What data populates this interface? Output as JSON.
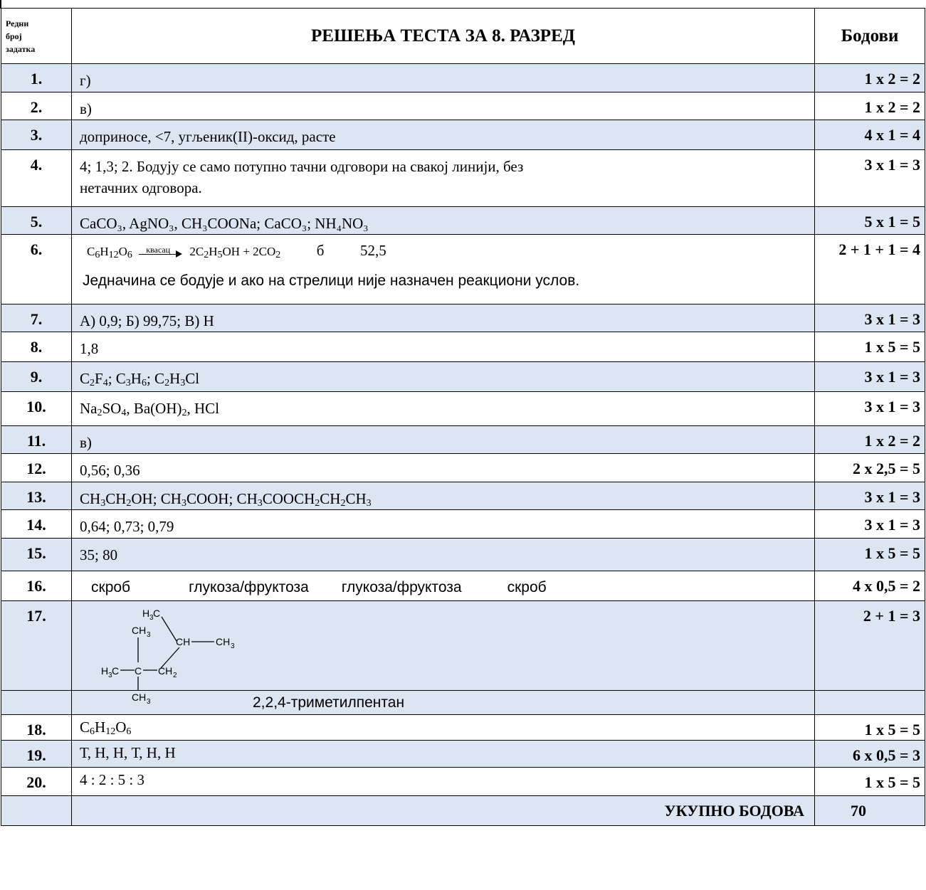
{
  "header": {
    "num_line1": "Редни",
    "num_line2": "број",
    "num_line3": "задатка",
    "title": "РЕШЕЊА ТЕСТА ЗА 8. РАЗРЕД",
    "points": "Бодови"
  },
  "rows": [
    {
      "n": "1.",
      "answer": "г)",
      "points": "1 x 2 = 2"
    },
    {
      "n": "2.",
      "answer": "в)",
      "points": "1 x 2 = 2"
    },
    {
      "n": "3.",
      "answer": "доприносе, <7, угљеник(II)-оксид, расте",
      "points": "4 x 1 = 4"
    },
    {
      "n": "4.",
      "answer_line1": "4; 1,3; 2. Бодују се само потупно тачни одговори на свакој линији, без",
      "answer_line2": "нетачних одговора.",
      "points": "3 x 1 = 3"
    },
    {
      "n": "5.",
      "answer": "CaCO₃, AgNO₃, CH₃COONa; CaCO₃; NH₄NO₃",
      "points": "5 x 1 = 5"
    },
    {
      "n": "6.",
      "arrow_label": "квасац",
      "answer_b": "б",
      "answer_val": "52,5",
      "note": "Једначина се бодује и ако на стрелици није назначен реакциони услов.",
      "points": "2 + 1 + 1 = 4"
    },
    {
      "n": "7.",
      "answer": "А) 0,9; Б) 99,75; В) Н",
      "points": "3 x 1 = 3"
    },
    {
      "n": "8.",
      "answer": "1,8",
      "points": "1 x 5 = 5"
    },
    {
      "n": "9.",
      "points": "3 x 1 = 3"
    },
    {
      "n": "10.",
      "points": "3 x 1 = 3"
    },
    {
      "n": "11.",
      "answer": "в)",
      "points": "1 x 2 = 2"
    },
    {
      "n": "12.",
      "answer": "0,56; 0,36",
      "points": "2 x 2,5 = 5"
    },
    {
      "n": "13.",
      "points": "3 x 1 = 3"
    },
    {
      "n": "14.",
      "answer": "0,64; 0,73; 0,79",
      "points": "3 x 1 = 3"
    },
    {
      "n": "15.",
      "answer": "35; 80",
      "points": "1 x 5 = 5"
    },
    {
      "n": "16.",
      "w1": "скроб",
      "w2": "глукоза/фруктоза",
      "w3": "глукоза/фруктоза",
      "w4": "скроб",
      "points": "4 x 0,5 = 2"
    },
    {
      "n": "17.",
      "name": "2,2,4-триметилпентан",
      "points": "2 + 1 = 3"
    },
    {
      "n": "18.",
      "points": "1 x 5 = 5"
    },
    {
      "n": "19.",
      "answer": "Т, Н, Н, Т, Н, Н",
      "points": "6 x 0,5 = 3"
    },
    {
      "n": "20.",
      "answer": "4 : 2 : 5 : 3",
      "points": "1 x 5 = 5"
    }
  ],
  "total": {
    "label": "УКУПНО БОДОВА",
    "value": "70"
  }
}
